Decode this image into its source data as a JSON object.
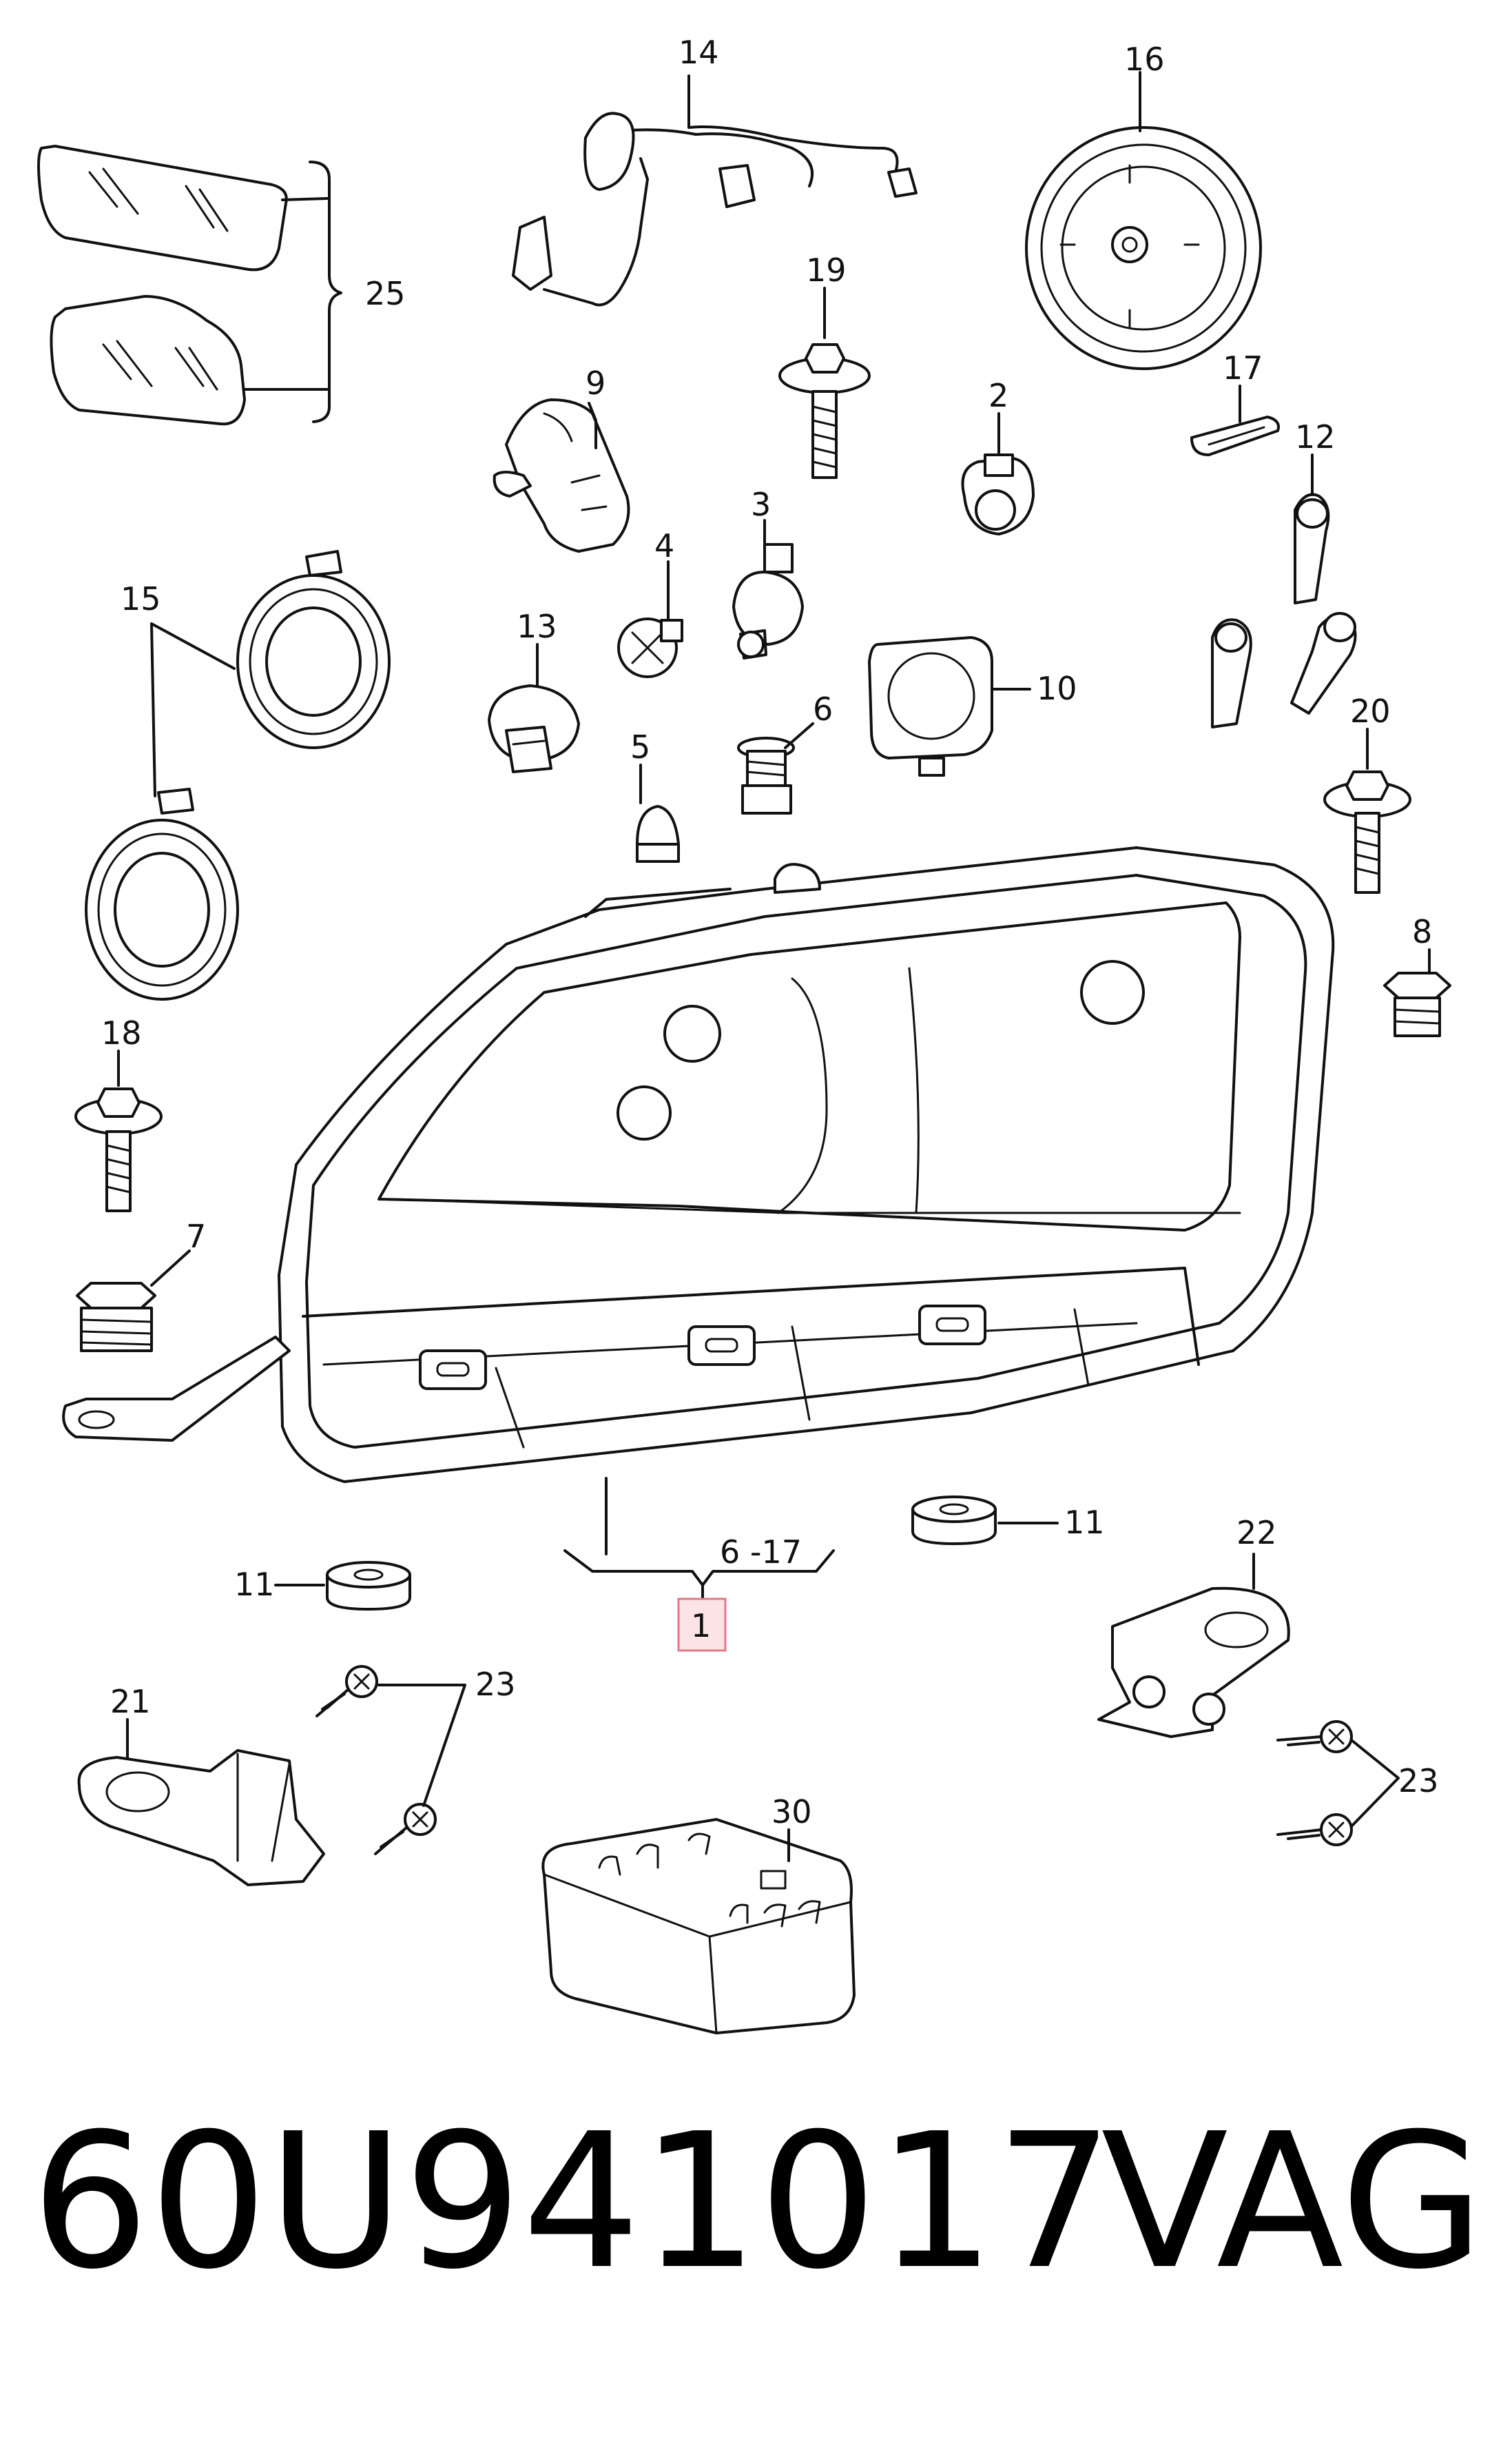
{
  "part_number": "60U941017",
  "brand": "VAG",
  "callouts": {
    "c1": "1",
    "c2": "2",
    "c3": "3",
    "c4": "4",
    "c5": "5",
    "c6": "6",
    "c6_17": "6 -17",
    "c7": "7",
    "c8": "8",
    "c9": "9",
    "c10": "10",
    "c11a": "11",
    "c11b": "11",
    "c12": "12",
    "c13": "13",
    "c14": "14",
    "c15": "15",
    "c16": "16",
    "c17": "17",
    "c18": "18",
    "c19": "19",
    "c20": "20",
    "c21": "21",
    "c22": "22",
    "c23a": "23",
    "c23b": "23",
    "c25": "25",
    "c30": "30"
  },
  "colors": {
    "highlight_fill": "#fbe3e6",
    "highlight_stroke": "#e07a88",
    "line": "#111111"
  }
}
